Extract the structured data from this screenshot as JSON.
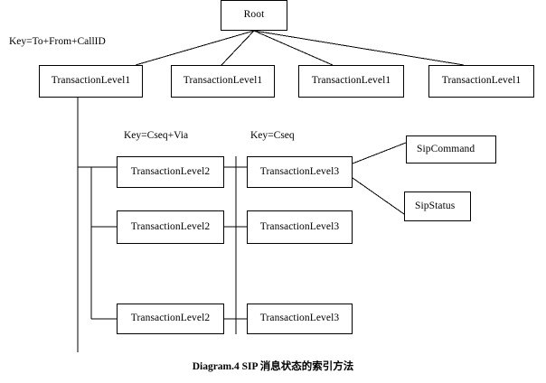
{
  "diagram": {
    "caption": "Diagram.4 SIP 消息状态的索引方法",
    "root": {
      "label": "Root"
    },
    "key_labels": [
      {
        "id": "key-to-from-callid",
        "text": "Key=To+From+CallID"
      },
      {
        "id": "key-cseq-via",
        "text": "Key=Cseq+Via"
      },
      {
        "id": "key-cseq",
        "text": "Key=Cseq"
      }
    ],
    "level1_nodes": [
      {
        "label": "TransactionLevel1"
      },
      {
        "label": "TransactionLevel1"
      },
      {
        "label": "TransactionLevel1"
      },
      {
        "label": "TransactionLevel1"
      }
    ],
    "level2_nodes": [
      {
        "label": "TransactionLevel2"
      },
      {
        "label": "TransactionLevel2"
      },
      {
        "label": "TransactionLevel2"
      }
    ],
    "level3_nodes": [
      {
        "label": "TransactionLevel3"
      },
      {
        "label": "TransactionLevel3"
      },
      {
        "label": "TransactionLevel3"
      }
    ],
    "leaf_nodes": [
      {
        "label": "SipCommand"
      },
      {
        "label": "SipStatus"
      }
    ],
    "colors": {
      "stroke": "#000000",
      "fill": "#ffffff",
      "text": "#000000"
    }
  }
}
